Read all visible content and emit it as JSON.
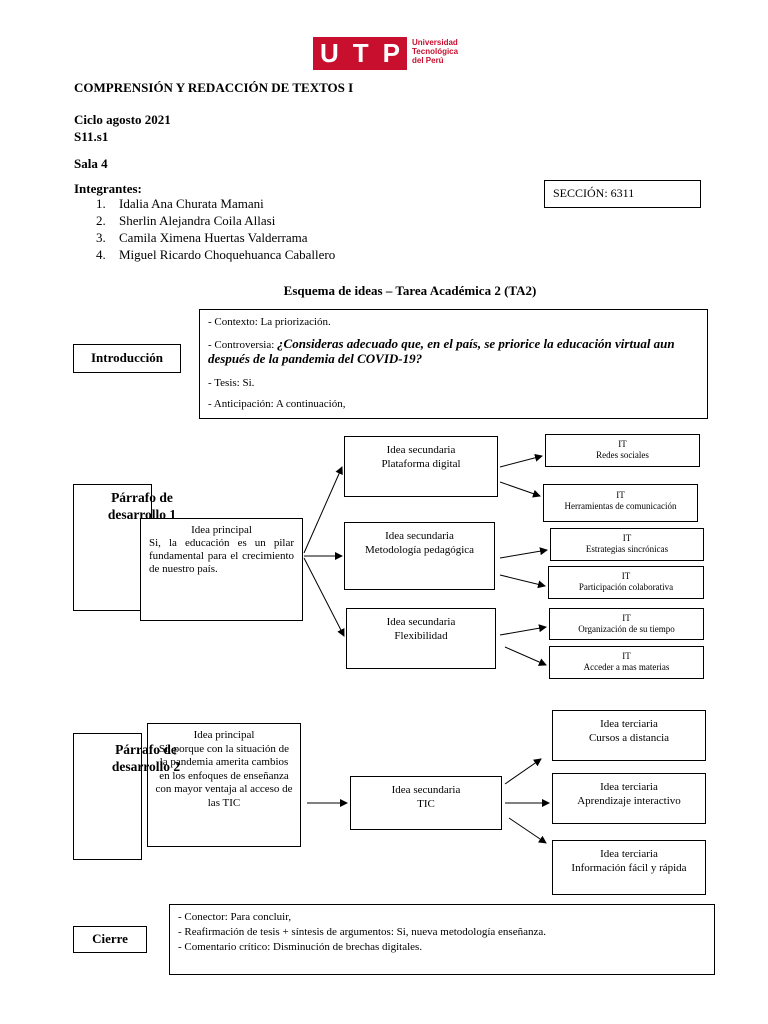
{
  "logo": {
    "letters": [
      "U",
      "T",
      "P"
    ],
    "name_lines": [
      "Universidad",
      "Tecnológica",
      "del Perú"
    ],
    "brand_color": "#c8102e"
  },
  "header": {
    "course_title": "COMPRENSIÓN Y REDACCIÓN DE TEXTOS I",
    "cycle": "Ciclo agosto 2021",
    "session": "S11.s1",
    "room": "Sala 4",
    "members_label": "Integrantes:",
    "members": [
      {
        "num": "1.",
        "name": "Idalia Ana Churata Mamani"
      },
      {
        "num": "2.",
        "name": "Sherlin Alejandra Coila Allasi"
      },
      {
        "num": "3.",
        "name": "Camila Ximena Huertas Valderrama"
      },
      {
        "num": "4.",
        "name": "Miguel Ricardo Choquehuanca Caballero"
      }
    ],
    "section": "SECCIÓN: 6311"
  },
  "scheme_title": "Esquema de ideas – Tarea Académica 2 (TA2)",
  "intro": {
    "label": "Introducción",
    "context": "- Contexto: La priorización.",
    "controversy_prefix": "- Controversia: ",
    "controversy_question": "¿Consideras adecuado que, en el país, se priorice la educación virtual aun después de la pandemia del COVID-19?",
    "thesis": "- Tesis: Si.",
    "anticipation": "- Anticipación: A continuación,"
  },
  "paragraph1": {
    "label": "Párrafo de desarrollo 1",
    "main_idea_title": "Idea principal",
    "main_idea_text": "Si, la educación es un pilar fundamental para el crecimiento de nuestro país.",
    "secondary": [
      {
        "title": "Idea secundaria",
        "text": "Plataforma digital",
        "tertiary": [
          {
            "title": "IT",
            "text": "Redes sociales"
          },
          {
            "title": "IT",
            "text": "Herramientas de comunicación"
          }
        ]
      },
      {
        "title": "Idea secundaria",
        "text": "Metodología pedagógica",
        "tertiary": [
          {
            "title": "IT",
            "text": "Estrategias sincrónicas"
          },
          {
            "title": "IT",
            "text": "Participación colaborativa"
          }
        ]
      },
      {
        "title": "Idea secundaria",
        "text": "Flexibilidad",
        "tertiary": [
          {
            "title": "IT",
            "text": "Organización de su tiempo"
          },
          {
            "title": "IT",
            "text": "Acceder a mas materias"
          }
        ]
      }
    ]
  },
  "paragraph2": {
    "label": "Párrafo de desarrollo 2",
    "main_idea_title": "Idea principal",
    "main_idea_text": "Si, porque con la situación de la pandemia amerita cambios en los enfoques de enseñanza con mayor ventaja al acceso de las TIC",
    "secondary_title": "Idea secundaria",
    "secondary_text": "TIC",
    "tertiary": [
      {
        "title": "Idea terciaria",
        "text": "Cursos a distancia"
      },
      {
        "title": "Idea terciaria",
        "text": "Aprendizaje interactivo"
      },
      {
        "title": "Idea terciaria",
        "text": "Información fácil y rápida"
      }
    ]
  },
  "closing": {
    "label": "Cierre",
    "connector": "- Conector: Para concluir,",
    "reaffirmation": "- Reafirmación de tesis + síntesis de argumentos: Si, nueva metodología enseñanza.",
    "comment": "- Comentario crítico: Disminución de brechas digitales."
  }
}
